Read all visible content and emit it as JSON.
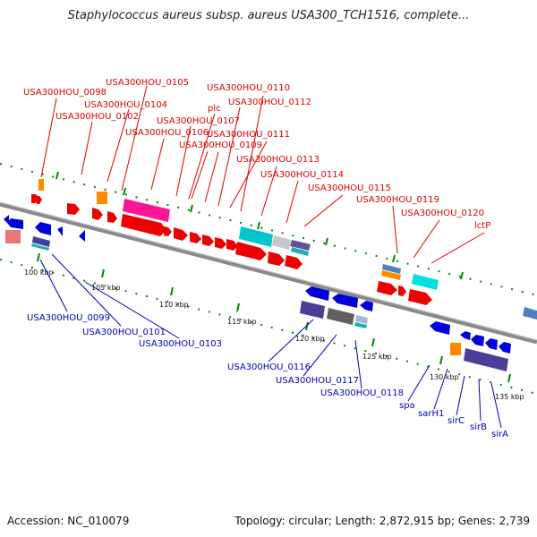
{
  "header": {
    "title": "Staphylococcus aureus subsp. aureus USA300_TCH1516, complete..."
  },
  "footer": {
    "accession": "Accession: NC_010079",
    "topology": "Topology: circular; Length: 2,872,915 bp; Genes: 2,739"
  },
  "colors": {
    "forward": "#ee0000",
    "reverse": "#0000dd",
    "top_label": "#e00000",
    "bottom_label": "#0000bb",
    "tick": "#008800",
    "backbone": "#8a8a8a"
  },
  "scale": {
    "ticks": [
      "100 kbp",
      "105 kbp",
      "110 kbp",
      "115 kbp",
      "120 kbp",
      "125 kbp",
      "130 kbp",
      "135 kbp"
    ]
  },
  "genes_top": [
    "USA300HOU_0098",
    "USA300HOU_0105",
    "USA300HOU_0104",
    "USA300HOU_0102",
    "USA300HOU_0110",
    "plc",
    "USA300HOU_0112",
    "USA300HOU_0107",
    "USA300HOU_0106",
    "USA300HOU_0111",
    "USA300HOU_0109",
    "USA300HOU_0113",
    "USA300HOU_0114",
    "USA300HOU_0115",
    "USA300HOU_0119",
    "USA300HOU_0120",
    "lctP"
  ],
  "genes_bottom": [
    "USA300HOU_0099",
    "USA300HOU_0101",
    "USA300HOU_0103",
    "USA300HOU_0116",
    "USA300HOU_0117",
    "USA300HOU_0118",
    "spa",
    "sarH1",
    "sirC",
    "sirB",
    "sirA"
  ]
}
